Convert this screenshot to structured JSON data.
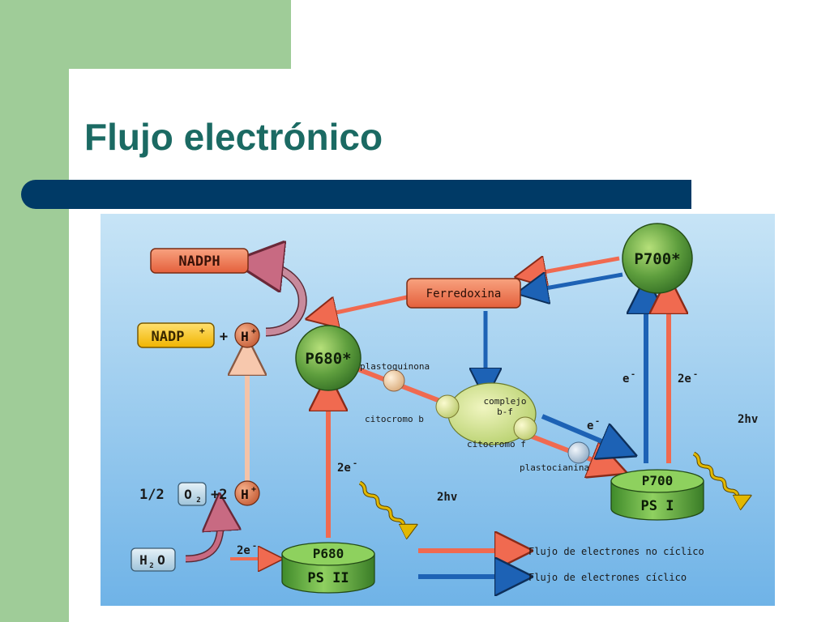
{
  "slide": {
    "title": "Flujo electrónico"
  },
  "diagram": {
    "nodes": {
      "nadph": "NADPH",
      "nadp": "NADP",
      "nadp_sup": "+",
      "plus_sign": "+",
      "h_top": "H",
      "h_top_sup": "+",
      "ferredoxina": "Ferredoxina",
      "p700_star": "P700*",
      "p680_star": "P680*",
      "half": "1/2",
      "o2": "O",
      "o2_sub": "2",
      "plus_two": "+2",
      "h_bottom": "H",
      "h_bottom_sup": "+",
      "h2o_h": "H",
      "h2o_sub": "2",
      "h2o_o": "O",
      "ps2_top": "P680",
      "ps2_body": "PS II",
      "ps1_top": "P700",
      "ps1_body": "PS I"
    },
    "labels": {
      "plastoquinona": "plastoquinona",
      "complejo_line1": "complejo",
      "complejo_line2": "b-f",
      "citocromo_b": "citocromo b",
      "citocromo_f": "citocromo f",
      "plastocianina": "plastocianina",
      "e_minus_middle": "e",
      "e_minus_left_ps1": "e",
      "two_e_right_ps1": "2e",
      "two_e_ps2": "2e",
      "two_e_h2o": "2e",
      "minus_sup": "-",
      "two_hv_ps2": "2hv",
      "two_hv_ps1": "2hv"
    },
    "legend": {
      "noncyclic": "Flujo de electrones no cíclico",
      "cyclic": "Flujo de electrones cíclico"
    },
    "colors": {
      "background_top": "#bfe0f4",
      "background_bottom": "#6cb2e6",
      "noncyclic_arrow": "#f06a50",
      "cyclic_arrow": "#1d62b5",
      "h2o_arrow": "#c85a72",
      "proton_arrow": "#f4c3a8",
      "sphere_green": "#5f9f3e",
      "photosystem_green": "#6bb24a",
      "orange_box": "#f07850",
      "yellow_box": "#f8c400",
      "light_box": "#b7d7e8",
      "wavy_yellow": "#e2b800"
    }
  }
}
